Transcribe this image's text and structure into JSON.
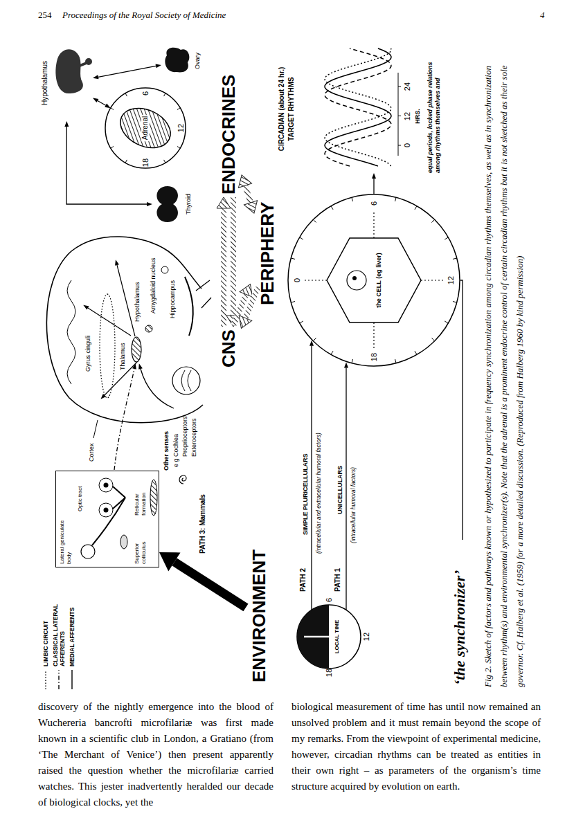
{
  "diagram": {
    "caption": "Fig 2. Sketch of factors and pathways known or hypothesized to participate in frequency synchronization among circadian rhythms themselves, as well as in synchronization between rhythm(s) and environmental synchronizer(s). Note that the adrenal is a prominent endocrine control of certain circadian rhythms but it is not sketched as their sole governor. Cf. Halberg et al. (1959) for a more detailed discussion. (Reproduced from Halberg 1960 by kind permission)",
    "nodes": [
      {
        "text": [
          "ENVIRONMENT"
        ]
      },
      {
        "text": [
          "LOCAL TIME",
          "6",
          "12",
          "18"
        ]
      },
      {
        "text": [
          "Lateral geniculate body",
          "Optic tract",
          "Superior colliculus",
          "Reticular formation"
        ]
      },
      {
        "text": [
          "CNS"
        ]
      },
      {
        "text": [
          "Hypothalamus"
        ]
      },
      {
        "text": [
          "Thyroid"
        ]
      },
      {
        "text": [
          "Adrenal",
          "6",
          "12",
          "18"
        ]
      },
      {
        "text": [
          "Ovary"
        ]
      },
      {
        "text": [
          "ENDOCRINES"
        ]
      },
      {
        "text": [
          "PERIPHERY"
        ]
      },
      {
        "text": [
          "0",
          "6",
          "12",
          "18"
        ]
      },
      {
        "text": [
          "the CELL (eg liver)"
        ],
        "in": 10
      },
      {
        "text": [
          "CIRCADIAN (about 24 hr.)",
          "TARGET RHYTHMS",
          "0",
          "12",
          "24",
          "HRS.",
          "equal periods, locked phase relations among rhythms themselves and"
        ]
      }
    ],
    "edges": [
      {
        "from": 0,
        "to": 2,
        "arrow": "to"
      },
      {
        "from": 1,
        "to": 10,
        "arrow": "to",
        "label": "SIMPLE PLURICELLULARS"
      },
      {
        "from": 1,
        "to": 10,
        "arrow": "to",
        "label": "UNICELLULARS"
      },
      {
        "from": 3,
        "to": 8,
        "arrow": "to"
      },
      {
        "from": 8,
        "to": 3,
        "arrow": "to"
      },
      {
        "from": 3,
        "to": 9,
        "arrow": "to"
      },
      {
        "from": 9,
        "to": 3,
        "arrow": "to"
      },
      {
        "from": 8,
        "to": 9,
        "arrow": "both"
      },
      {
        "from": 4,
        "to": 5,
        "arrow": "both"
      },
      {
        "from": 4,
        "to": 6,
        "arrow": "both"
      },
      {
        "from": 4,
        "to": 7,
        "arrow": "both"
      },
      {
        "from": 10,
        "to": 12,
        "arrow": "to"
      }
    ],
    "labels": [
      "254",
      "Proceedings of the Royal Society of Medicine",
      "4",
      "PATH 3: Mammals",
      "Other senses",
      "e g Cochlea",
      "Proprioceptors",
      "Exteroceptors",
      "Cortex",
      "Gyrus cinguli",
      "Thalamus",
      "Hypothalamus",
      "Amygdaloid nucleus",
      "Hippocampus",
      "PATH 2",
      "(intracellular and extracellular humoral factors)",
      "PATH 1",
      "(intracellular humoral factors)",
      "‘the synchronizer’",
      "discovery of the nightly emergence into the blood of Wuchereria bancrofti microfilariæ was first made known in a scientific club in London, a Gratiano (from ‘The Merchant of Venice’) then present apparently raised the question whether the microfilariæ carried watches. This jester inadvertently heralded our decade of biological clocks, yet the",
      "biological measurement of time has until now remained an unsolved problem and it must remain beyond the scope of my remarks. From the viewpoint of experimental medicine, however, circadian rhythms can be treated as entities in their own right – as parameters of the organism’s time structure acquired by evolution on earth."
    ],
    "legend": [
      {
        "text": "LIMBIC CIRCUIT"
      },
      {
        "text": "CLASSICAL LATERAL AFFERENTS"
      },
      {
        "text": "MEDIAL AFFERENTS"
      }
    ]
  }
}
